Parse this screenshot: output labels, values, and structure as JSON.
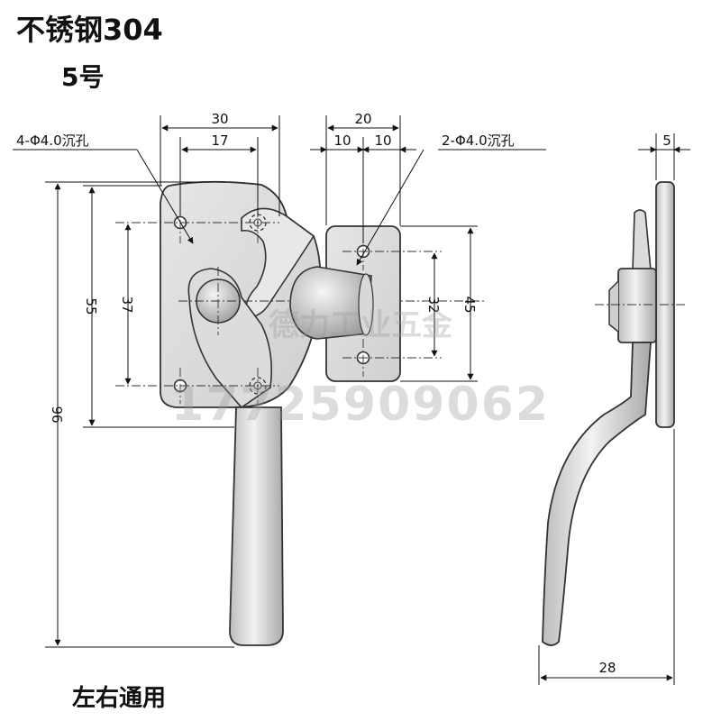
{
  "header": {
    "material": "不锈钢304",
    "model": "5号"
  },
  "footer": {
    "note": "左右通用"
  },
  "callouts": {
    "left_holes": "4-Φ4.0沉孔",
    "right_holes": "2-Φ4.0沉孔"
  },
  "dimensions": {
    "handle_width": "30",
    "handle_hole_spacing_x": "17",
    "keeper_width": "20",
    "keeper_half_left": "10",
    "keeper_half_right": "10",
    "side_thickness": "5",
    "total_height": "96",
    "plate_height": "55",
    "handle_hole_spacing_y": "37",
    "keeper_hole_spacing": "32",
    "keeper_height": "45",
    "side_depth": "28"
  },
  "watermark": {
    "company": "德力工业五金",
    "phone": "17725909062"
  }
}
